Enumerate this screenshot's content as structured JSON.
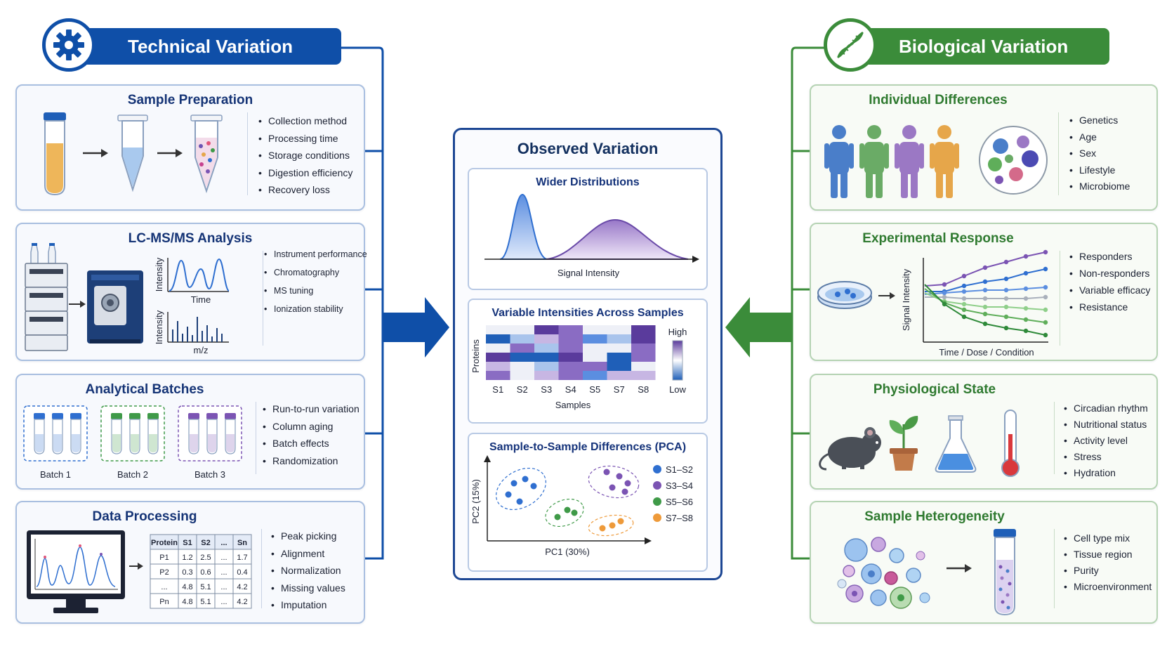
{
  "technical": {
    "title": "Technical Variation",
    "color": "#0f4fa8",
    "sample_prep": {
      "title": "Sample Preparation",
      "items": [
        "Collection method",
        "Processing time",
        "Storage conditions",
        "Digestion efficiency",
        "Recovery loss"
      ]
    },
    "lcms": {
      "title": "LC-MS/MS Analysis",
      "chrom": {
        "ylabel": "Intensity",
        "xlabel": "Time"
      },
      "spectrum": {
        "ylabel": "Intensity",
        "xlabel": "m/z"
      },
      "items": [
        "Instrument performance",
        "Chromatography",
        "MS tuning",
        "Ionization stability"
      ]
    },
    "batches": {
      "title": "Analytical Batches",
      "labels": [
        "Batch 1",
        "Batch 2",
        "Batch 3"
      ],
      "colors": [
        "#2f6fd0",
        "#3f9a48",
        "#7b54b3"
      ],
      "items": [
        "Run-to-run variation",
        "Column aging",
        "Batch effects",
        "Randomization"
      ]
    },
    "processing": {
      "title": "Data Processing",
      "table": {
        "headers": [
          "Protein",
          "S1",
          "S2",
          "...",
          "Sn"
        ],
        "rows": [
          [
            "P1",
            "1.2",
            "2.5",
            "...",
            "1.7"
          ],
          [
            "P2",
            "0.3",
            "0.6",
            "...",
            "0.4"
          ],
          [
            "...",
            "4.8",
            "5.1",
            "...",
            "4.2"
          ],
          [
            "Pn",
            "4.8",
            "5.1",
            "...",
            "4.2"
          ]
        ]
      },
      "items": [
        "Peak picking",
        "Alignment",
        "Normalization",
        "Missing values",
        "Imputation"
      ]
    }
  },
  "observed": {
    "title": "Observed Variation",
    "dist": {
      "title": "Wider Distributions",
      "xlabel": "Signal Intensity"
    },
    "heatmap": {
      "title": "Variable Intensities Across Samples",
      "ylabel": "Proteins",
      "xlabel": "Samples",
      "samples": [
        "S1",
        "S2",
        "S3",
        "S4",
        "S5",
        "S7",
        "S8"
      ],
      "legend_high": "High",
      "legend_low": "Low"
    },
    "pca": {
      "title": "Sample-to-Sample Differences (PCA)",
      "xlabel": "PC1 (30%)",
      "ylabel": "PC2 (15%)",
      "legend": [
        {
          "label": "S1–S2",
          "color": "#2f6fd0"
        },
        {
          "label": "S3–S4",
          "color": "#7b54b3"
        },
        {
          "label": "S5–S6",
          "color": "#3f9a48"
        },
        {
          "label": "S7–S8",
          "color": "#ee9a3a"
        }
      ]
    }
  },
  "biological": {
    "title": "Biological Variation",
    "color": "#3b8c3a",
    "individual": {
      "title": "Individual Differences",
      "people_colors": [
        "#4a7ec9",
        "#6aab66",
        "#9b78c4",
        "#e6a64a"
      ],
      "items": [
        "Genetics",
        "Age",
        "Sex",
        "Lifestyle",
        "Microbiome"
      ]
    },
    "response": {
      "title": "Experimental Response",
      "ylabel": "Signal Intensity",
      "xlabel": "Time / Dose / Condition",
      "items": [
        "Responders",
        "Non-responders",
        "Variable efficacy",
        "Resistance"
      ]
    },
    "physiological": {
      "title": "Physiological State",
      "items": [
        "Circadian rhythm",
        "Nutritional status",
        "Activity level",
        "Stress",
        "Hydration"
      ]
    },
    "heterogeneity": {
      "title": "Sample Heterogeneity",
      "items": [
        "Cell type mix",
        "Tissue region",
        "Purity",
        "Microenvironment"
      ]
    }
  }
}
